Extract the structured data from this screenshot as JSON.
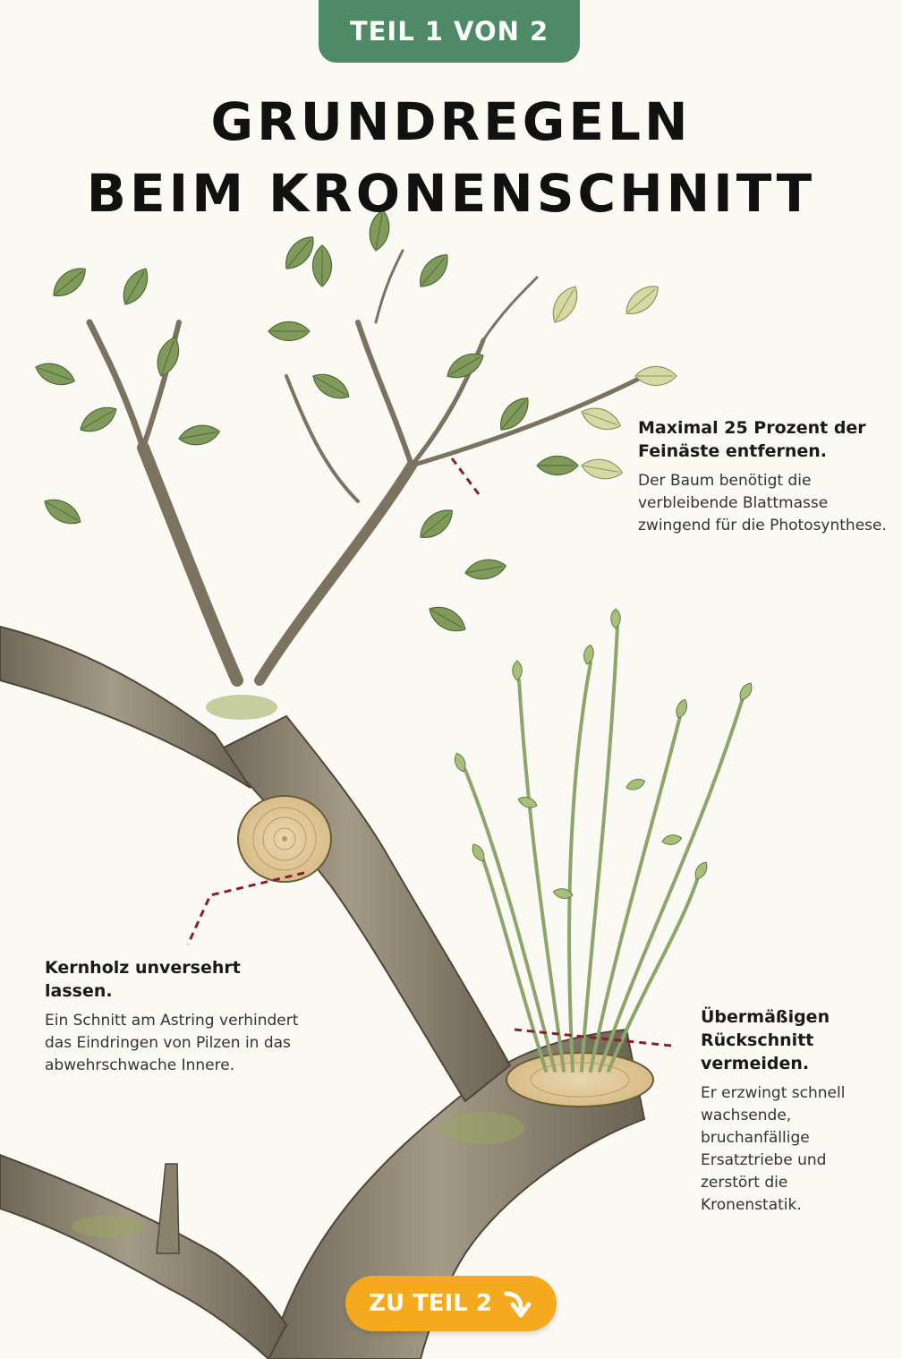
{
  "badge": {
    "label": "TEIL 1 VON 2"
  },
  "title": {
    "line1": "GRUNDREGELN",
    "line2": "BEIM KRONENSCHNITT"
  },
  "notes": [
    {
      "heading": "Maximal 25 Prozent der Feinäste entfernen.",
      "body": "Der Baum benötigt die verbleibende Blattmasse zwingend für die Photosynthese."
    },
    {
      "heading": "Kernholz unversehrt lassen.",
      "body": "Ein Schnitt am Astring verhindert das Eindringen von Pilzen in das abwehrschwache Innere."
    },
    {
      "heading": "Übermäßigen Rückschnitt vermeiden.",
      "body": "Er erzwingt schnell wachsende, bruchanfällige Ersatztriebe und zerstört die Kronenstatik."
    }
  ],
  "cta": {
    "label": "ZU TEIL 2",
    "icon": "arrow-down-right-icon"
  },
  "colors": {
    "badge": "#4f8a66",
    "cta": "#f5a91e",
    "bark": "#8d8472",
    "leaf": "#7f9a5a",
    "cut_line": "#8b1e2a"
  }
}
